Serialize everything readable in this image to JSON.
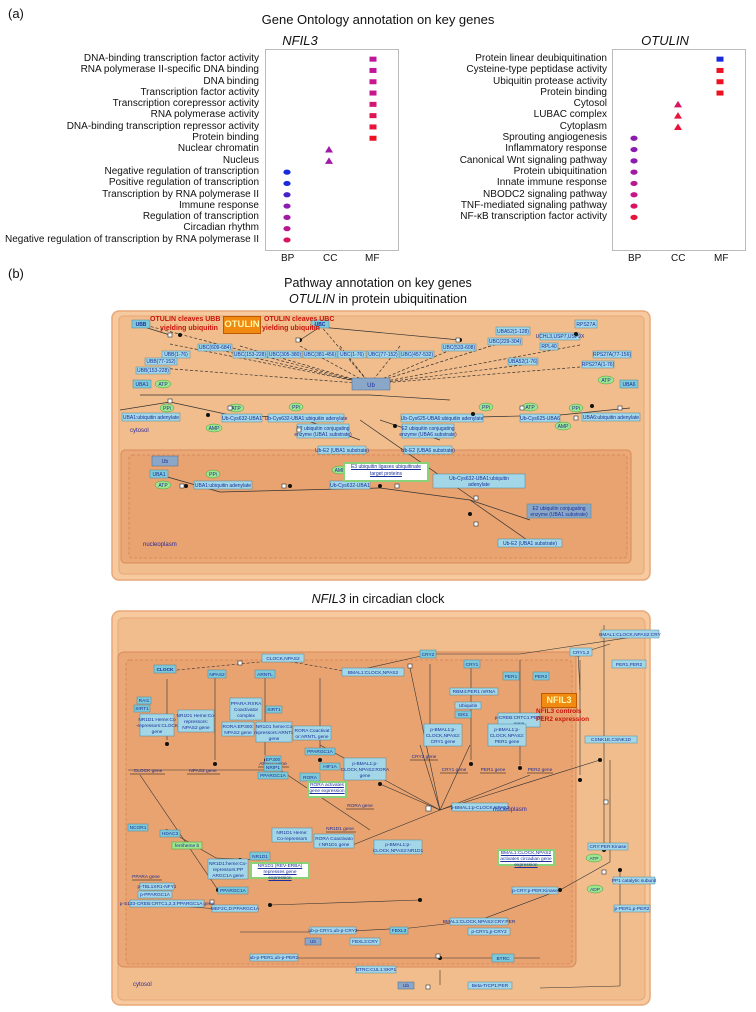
{
  "panel_a": {
    "label": "(a)",
    "title": "Gene Ontology annotation on key genes",
    "nfil3": {
      "gene": "NFIL3",
      "axis": [
        "BP",
        "CC",
        "MF"
      ],
      "terms": [
        {
          "label": "DNA-binding transcription factor activity",
          "cat": "MF",
          "shape": "square",
          "color": "#c0169a"
        },
        {
          "label": "RNA polymerase II-specific DNA binding",
          "cat": "MF",
          "shape": "square",
          "color": "#c0169a"
        },
        {
          "label": "DNA binding",
          "cat": "MF",
          "shape": "square",
          "color": "#c8168e"
        },
        {
          "label": "Transcription factor activity",
          "cat": "MF",
          "shape": "square",
          "color": "#c8168e"
        },
        {
          "label": "Transcription corepressor activity",
          "cat": "MF",
          "shape": "square",
          "color": "#d11675"
        },
        {
          "label": "RNA polymerase activity",
          "cat": "MF",
          "shape": "square",
          "color": "#de1453"
        },
        {
          "label": "DNA-binding transcription repressor activity",
          "cat": "MF",
          "shape": "square",
          "color": "#e8133a"
        },
        {
          "label": "Protein binding",
          "cat": "MF",
          "shape": "square",
          "color": "#ee1122"
        },
        {
          "label": "Nuclear chromatin",
          "cat": "CC",
          "shape": "triangle",
          "color": "#a01aa8"
        },
        {
          "label": "Nucleus",
          "cat": "CC",
          "shape": "triangle",
          "color": "#a01aa8"
        },
        {
          "label": "Negative regulation of transcription",
          "cat": "BP",
          "shape": "circle",
          "color": "#1a2adc"
        },
        {
          "label": "Positive regulation of transcription",
          "cat": "BP",
          "shape": "circle",
          "color": "#1a2adc"
        },
        {
          "label": "Transcription by RNA polymerase II",
          "cat": "BP",
          "shape": "circle",
          "color": "#4622c8"
        },
        {
          "label": "Immune response",
          "cat": "BP",
          "shape": "circle",
          "color": "#8a1cb0"
        },
        {
          "label": "Regulation of transcription",
          "cat": "BP",
          "shape": "circle",
          "color": "#a01aa4"
        },
        {
          "label": "Circadian rhythm",
          "cat": "BP",
          "shape": "circle",
          "color": "#b81890"
        },
        {
          "label": "Negative regulation of transcription by RNA polymerase II",
          "cat": "BP",
          "shape": "circle",
          "color": "#d81462"
        }
      ]
    },
    "otulin": {
      "gene": "OTULIN",
      "axis": [
        "BP",
        "CC",
        "MF"
      ],
      "terms": [
        {
          "label": "Protein linear deubiquitination",
          "cat": "MF",
          "shape": "square",
          "color": "#1a2adc"
        },
        {
          "label": "Cysteine-type peptidase activity",
          "cat": "MF",
          "shape": "square",
          "color": "#ee1122"
        },
        {
          "label": "Ubiquitin protease activity",
          "cat": "MF",
          "shape": "square",
          "color": "#ee1122"
        },
        {
          "label": "Protein binding",
          "cat": "MF",
          "shape": "square",
          "color": "#ee1122"
        },
        {
          "label": "Cytosol",
          "cat": "CC",
          "shape": "triangle",
          "color": "#d81462"
        },
        {
          "label": "LUBAC complex",
          "cat": "CC",
          "shape": "triangle",
          "color": "#e8133a"
        },
        {
          "label": "Cytoplasm",
          "cat": "CC",
          "shape": "triangle",
          "color": "#e8133a"
        },
        {
          "label": "Sprouting angiogenesis",
          "cat": "BP",
          "shape": "circle",
          "color": "#8a1cb0"
        },
        {
          "label": "Inflammatory response",
          "cat": "BP",
          "shape": "circle",
          "color": "#8a1cb0"
        },
        {
          "label": "Canonical Wnt signaling pathway",
          "cat": "BP",
          "shape": "circle",
          "color": "#8a1cb0"
        },
        {
          "label": "Protein ubiquitination",
          "cat": "BP",
          "shape": "circle",
          "color": "#a01aa4"
        },
        {
          "label": "Innate immune response",
          "cat": "BP",
          "shape": "circle",
          "color": "#b81890"
        },
        {
          "label": "NBODC2 signaling pathway",
          "cat": "BP",
          "shape": "circle",
          "color": "#c8168a"
        },
        {
          "label": "TNF-mediated signaling pathway",
          "cat": "BP",
          "shape": "circle",
          "color": "#d81462"
        },
        {
          "label": "NF-κB transcription factor activity",
          "cat": "BP",
          "shape": "circle",
          "color": "#e8133a"
        }
      ]
    }
  },
  "panel_b": {
    "label": "(b)",
    "title1": "Pathway annotation on key genes",
    "title2_gene": "OTULIN",
    "title2_rest": " in protein ubiquitination",
    "otulin_diagram": {
      "otulin_box": "OTULIN",
      "cleave1a": "OTULIN cleaves UBB",
      "cleave1b": "yielding ubiquitin",
      "cleave2a": "OTULIN cleaves UBC",
      "cleave2b": "yielding ubiquitin",
      "cytosol": "cytosol",
      "nucleoplasm": "nucleoplasm",
      "e3_label": "E3 ubiquitin ligases ubiquitinate target proteins",
      "nodes_top": [
        "UBB",
        "UBC",
        "UBA52(1-128)",
        "RPS27A",
        "UBB(1-76)",
        "UBB(77-152)",
        "UBB(153-228)",
        "UBC(609-684)",
        "UBC(153-228)",
        "UBC(305-380)",
        "UBC(381-456)",
        "UBC(1-76)",
        "UBC(77-152)",
        "UBC(457-532)",
        "UBC(533-608)",
        "UBC(229-304)",
        "RPL40",
        "UBA52(1-76)",
        "UCHL3,USP7,USP9X",
        "RPS27A(77-156)",
        "RPS27A(1-76)"
      ],
      "ub": "Ub",
      "row2": [
        "UBA1",
        "ATP",
        "PPi",
        "UBA1:ubiquitin adenylate",
        "ATP",
        "Ub-Cys632-UBA1",
        "PPi",
        "Ub-Cys632-UBA1:ubiquitin adenylate",
        "AMP",
        "E2 ubiquitin conjugating enzyme (UBA1 substrate)",
        "Ub-Cys625-UBA6:ubiquitin adenylate",
        "E2 ubiquitin conjugating enzyme (UBA6 substrate)",
        "PPi",
        "ATP",
        "Ub-Cys625-UBA6",
        "AMP",
        "PPi",
        "ATP",
        "UBA6",
        "UBA6:ubiquitin adenylate",
        "Ub-E2 (UBA1 substrate)",
        "Ub-E2 (UBA6 substrate)"
      ],
      "nuc": [
        "Ub",
        "UBA1",
        "ATP",
        "PPi",
        "UBA1:ubiquitin adenylate",
        "AMP",
        "ATP",
        "Ub-Cys632-UBA1",
        "PPi",
        "Ub-Cys632-UBA1:ubiquitin adenylate",
        "E2 ubiquitin conjugating enzyme (UBA1 substrate)",
        "Ub-E2 (UBA1 substrate)"
      ]
    },
    "title3_gene": "NFIL3",
    "title3_rest": " in circadian clock",
    "nfil3_diagram": {
      "nfil3_box": "NFIL3",
      "nfil3_text1": "NFIL3 controls",
      "nfil3_text2": "PER2 expression",
      "rora_text": "RORA activates gene expression",
      "nr1d1_text": "NR1D1 (REV-ERBA) represses gene expression",
      "bmal_text": "BMAL1:CLOCK,NPAS2 activates circadian gene expression",
      "nucleoplasm": "nucleoplasm",
      "cytosol": "cytosol",
      "nodes": [
        "CLOCK",
        "CLOCK,NPAS2",
        "BMAL1:CLOCK,NPAS2",
        "CRY2",
        "CRY1",
        "CRY1,2",
        "BMAL1:CLOCK,NPAS2:CRY",
        "PER1,PER2",
        "NPAS2",
        "ARNTL",
        "RAI1",
        "SIRT1",
        "NR1D1 Heme:Co-repressors:CLOCK gene",
        "NR1D1 Heme:Co-repressors:NPAS2 gene",
        "PPARA:RXRA Coactivator complex",
        "RORA:EP300:NPAS2 gene",
        "NR1D1 heme:Co-repressors:ARNTL gene",
        "SIRT1",
        "RORA Coactivators:ARNTL gene",
        "PER1",
        "PER2",
        "RBM4:PER1 mRNA",
        "p-CREB:CRTC1:PER1 gene",
        "SIK1",
        "Ubiquitin",
        "p-BMAL1:p-CLOCK,NPAS2:CRY1 gene",
        "p-BMAL1:p-CLOCK,NPAS2:PER1 gene",
        "CRY2 gene",
        "CRY1 gene",
        "PER1 gene",
        "PER2 gene",
        "CSNK1E,CSNK1D",
        "CLOCK gene",
        "NPAS2 gene",
        "ARNTL gene",
        "EP300",
        "NRIP1",
        "PPARGC1A",
        "PPARGC1A",
        "HIF1A",
        "p-BMAL1:p-CLOCK,NPAS2:RORA gene",
        "RORA",
        "RORA gene",
        "NR1D1 gene",
        "NR1D1 Heme:Co-repressors:NR1D1 gene",
        "RORA Coactivators:NR1D1 gene",
        "p-BMAL1:p-CLOCK,NPAS2:NR1D1 gene",
        "p-BMAL1:p-CLOCK,NPAS2",
        "NCOR1",
        "HDAC3",
        "ferriheme b",
        "NR1D1",
        "PPARA gene",
        "NR1D1:heme:Co-repressors:PPARGC1A gene",
        "p-TBL1XR1-NFY1",
        "PPARGC1A",
        "p-PPARGC1A",
        "p-S133-CREB:CRTC1,2,3:PPARGC1A gene",
        "MEF2C,D:PPARGC1A",
        "p-CRY:p-PER:Kinase",
        "ub-p-CRY1,ub-p-CRY2",
        "FBXL3",
        "p-CRY1,p-CRY2",
        "Ub",
        "FBXL3:CRY",
        "BMAL1:CLOCK,NPAS2:CRY:PER",
        "ub-p-PER1,ub-p-PER2",
        "BTRC",
        "BTRC:CUL1:SKP1",
        "Ub",
        "Beta-TrCP1:PER",
        "p-PER1,p-PER2",
        "CRY:PER:Kinase",
        "ATP",
        "ADP",
        "PP1 catalytic subunit"
      ]
    }
  }
}
